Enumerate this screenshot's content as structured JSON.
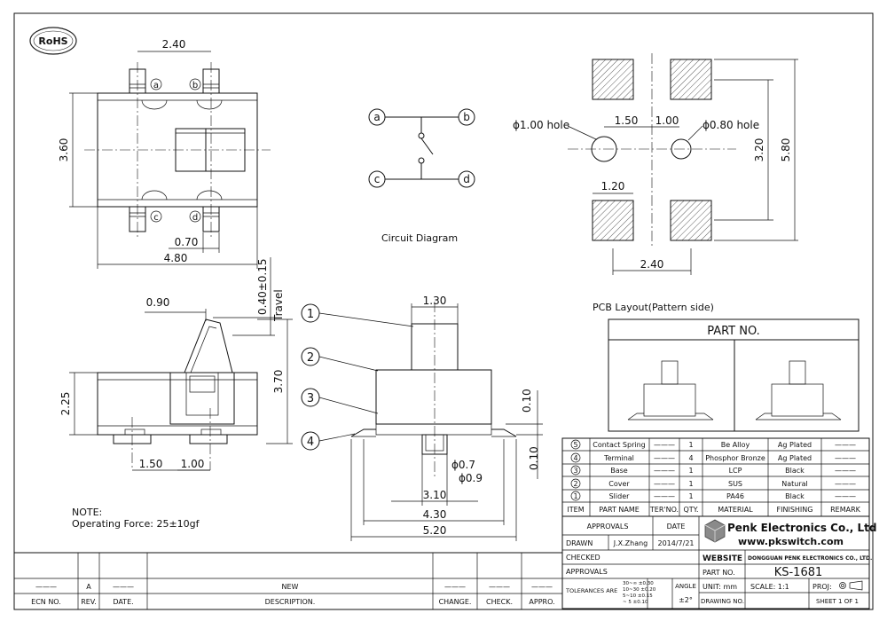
{
  "rohs": "RoHS",
  "dims_top": {
    "pitch": "2.40",
    "height": "3.60",
    "pad_w": "0.70",
    "length": "4.80",
    "a": "a",
    "b": "b",
    "c": "c",
    "d": "d"
  },
  "circuit": {
    "caption": "Circuit Diagram",
    "a": "a",
    "b": "b",
    "c": "c",
    "d": "d"
  },
  "pcb": {
    "hole1": "ϕ1.00  hole",
    "hole2": "ϕ0.80  hole",
    "d150": "1.50",
    "d100": "1.00",
    "d320": "3.20",
    "d580": "5.80",
    "d120": "1.20",
    "d240": "2.40",
    "caption": "PCB Layout(Pattern side)"
  },
  "dims_side": {
    "lever": "0.90",
    "travel": "0.40±0.15",
    "travel_label": "Travel",
    "h370": "3.70",
    "h225": "2.25",
    "d150": "1.50",
    "d100": "1.00"
  },
  "dims_front": {
    "top": "1.30",
    "d07": "ϕ0.7",
    "d09": "ϕ0.9",
    "w310": "3.10",
    "w430": "4.30",
    "w520": "5.20",
    "v010a": "0.10",
    "v010b": "0.10",
    "n1": "1",
    "n2": "2",
    "n3": "3",
    "n4": "4"
  },
  "note": {
    "title": "NOTE:",
    "line": "Operating Force: 25±10gf"
  },
  "part_no_box": "PART NO.",
  "bom": {
    "rows": [
      {
        "no": "5",
        "name": "Contact Spring",
        "ter": "———",
        "qty": "1",
        "mat": "Be Alloy",
        "fin": "Ag Plated",
        "rem": "———"
      },
      {
        "no": "4",
        "name": "Terminal",
        "ter": "———",
        "qty": "4",
        "mat": "Phosphor Bronze",
        "fin": "Ag Plated",
        "rem": "———"
      },
      {
        "no": "3",
        "name": "Base",
        "ter": "———",
        "qty": "1",
        "mat": "LCP",
        "fin": "Black",
        "rem": "———"
      },
      {
        "no": "2",
        "name": "Cover",
        "ter": "———",
        "qty": "1",
        "mat": "SUS",
        "fin": "Natural",
        "rem": "———"
      },
      {
        "no": "1",
        "name": "Slider",
        "ter": "———",
        "qty": "1",
        "mat": "PA46",
        "fin": "Black",
        "rem": "———"
      }
    ],
    "headers": {
      "item": "ITEM",
      "name": "PART NAME",
      "ter": "TER'NO.",
      "qty": "QTY.",
      "mat": "MATERIAL",
      "fin": "FINISHING",
      "rem": "REMARK"
    }
  },
  "titleblock": {
    "approvals": "APPROVALS",
    "date": "DATE",
    "drawn": "DRAWN",
    "drawn_by": "J.X.Zhang",
    "drawn_date": "2014/7/21",
    "checked": "CHECKED",
    "approvals2": "APPROVALS",
    "company": "Penk Electronics Co., Ltd",
    "website_url": "www.pkswitch.com",
    "website": "WEBSITE",
    "company_full": "DONGGUAN PENK ELECTRONICS CO., LTD.",
    "part_no": "PART NO.",
    "part_value": "KS-1681",
    "tolerances": "TOLERANCES ARE",
    "tol1": "30~∞ ±0.30",
    "tol2": "10~30 ±0.20",
    "tol3": "5~10 ±0.15",
    "tol4": "~ 5 ±0.10",
    "angle": "ANGLE",
    "angle_val": "±2°",
    "unit": "UNIT: mm",
    "scale": "SCALE: 1:1",
    "proj": "PROJ:",
    "drawing_no": "DRAWING NO.",
    "sheet": "SHEET 1 OF 1"
  },
  "revision": {
    "dash1": "———",
    "rev": "A",
    "dash2": "———",
    "new": "NEW",
    "dash3": "———",
    "dash4": "———",
    "dash5": "———",
    "ecn": "ECN NO.",
    "rev_h": "REV.",
    "date_h": "DATE.",
    "desc_h": "DESCRIPTION.",
    "change_h": "CHANGE.",
    "check_h": "CHECK.",
    "appro_h": "APPRO."
  }
}
